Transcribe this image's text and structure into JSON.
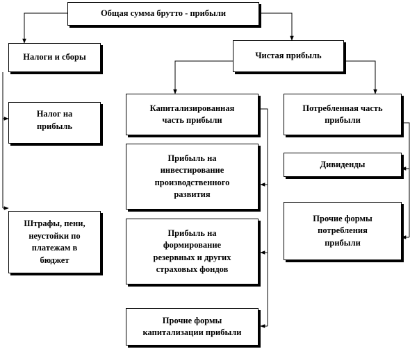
{
  "diagram": {
    "root": "Общая сумма брутто - прибыли",
    "taxes": "Налоги и сборы",
    "net_profit": "Чистая прибыль",
    "profit_tax": "Налог на\nприбыль",
    "fines": "Штрафы, пени,\nнеустойки по\nплатежам в\nбюджет",
    "capitalized": "Капитализированная\nчасть прибыли",
    "consumed": "Потребленная часть\nприбыли",
    "investment": "Прибыль на\nинвестирование\nпроизводственного\nразвития",
    "reserves": "Прибыль на\nформирование\nрезервных и других\nстраховых фондов",
    "other_capitalization": "Прочие формы\nкапитализации прибыли",
    "dividends": "Дивиденды",
    "other_consumption": "Прочие формы\nпотребления\nприбыли"
  }
}
